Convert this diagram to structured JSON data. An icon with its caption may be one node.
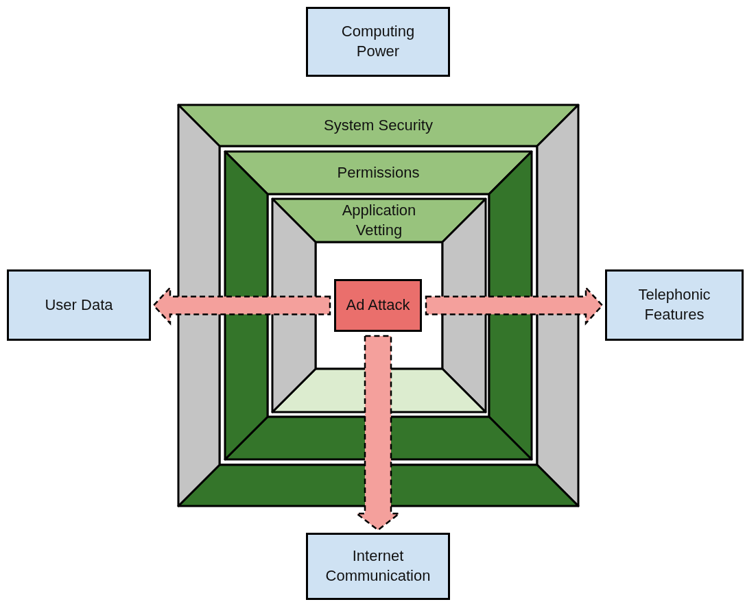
{
  "diagram": {
    "nodes": [
      {
        "text": [
          "Computing Power"
        ]
      },
      {
        "text": [
          "System Security"
        ]
      },
      {
        "text": [
          "Permissions"
        ],
        "in": 1
      },
      {
        "text": [
          "Application Vetting"
        ],
        "in": 2
      },
      {
        "text": [
          "Ad Attack"
        ],
        "in": 3
      },
      {
        "text": [
          "User Data"
        ]
      },
      {
        "text": [
          "Telephonic Features"
        ]
      },
      {
        "text": [
          "Internet Communication"
        ]
      }
    ],
    "edges": [
      {
        "from": 4,
        "to": 5,
        "arrow": "to",
        "style": "dashed"
      },
      {
        "from": 4,
        "to": 6,
        "arrow": "to",
        "style": "dashed"
      },
      {
        "from": 4,
        "to": 7,
        "arrow": "to",
        "style": "dashed"
      }
    ]
  }
}
